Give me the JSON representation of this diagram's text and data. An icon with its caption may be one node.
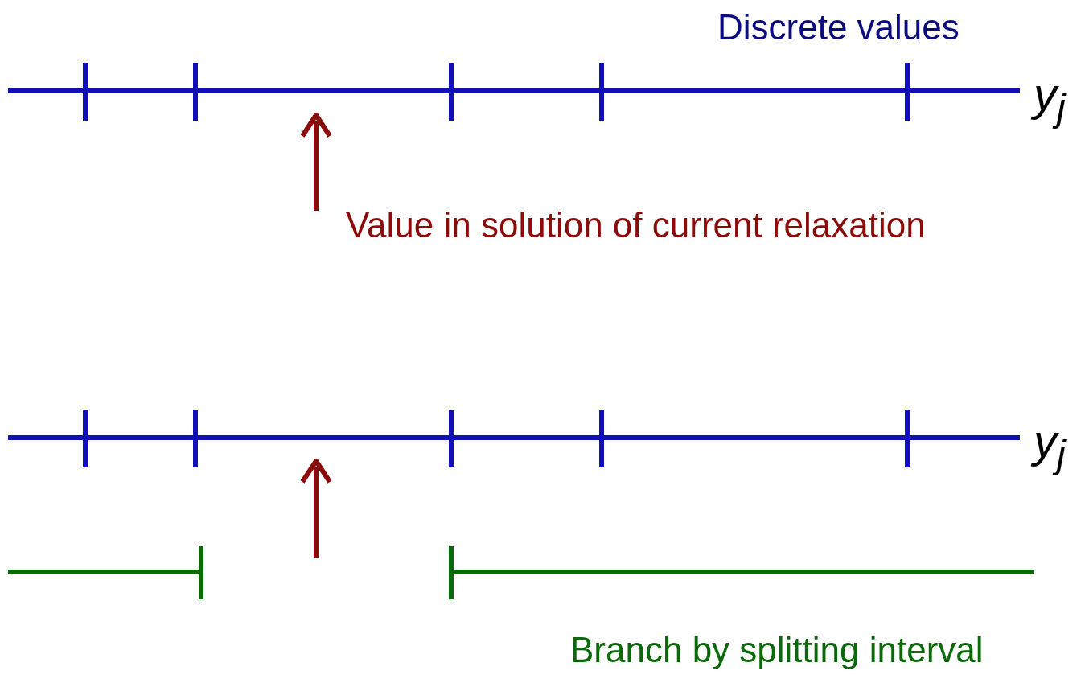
{
  "diagram": {
    "labels": [
      "Discrete values",
      "y$_{j}$",
      "Value in solution of current relaxation",
      "y$_{j}$",
      "Branch by splitting interval"
    ]
  }
}
